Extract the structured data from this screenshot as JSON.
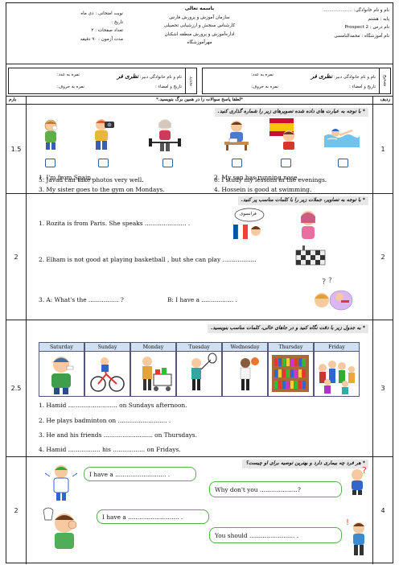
{
  "header": {
    "blessing": "باسمه تعالی",
    "right": [
      "نام و نام خانوادگی: ....................",
      "پایه : هشتم",
      "نام درس : Prospect 2",
      "نام آموزشگاه : محمدالنامسی"
    ],
    "middle": [
      "سازمان آموزش و پرورش فارس",
      "کارشناس سنجش و ارزشیابی تحصیلی",
      "اداره‌آموزش و پرورش منطقه اشکنان",
      "مهرآموزشگاه"
    ],
    "left": [
      "نوبت امتحانی : دی ماه",
      "تاریخ :",
      "تعداد صفحات : ۲",
      "مدت آزمون : ۹۰ دقیقه"
    ]
  },
  "score_boxes": {
    "right": {
      "name_sign": "نام و نام خانوادگی دبیر:",
      "signature": "نظری فر",
      "grade_num": "نمره به عدد:",
      "date_sign": "تاریخ و امضاء :",
      "grade_words": "نمره به حروف:",
      "tag": "تصحیح"
    },
    "left": {
      "name_sign": "نام و نام خانوادگی دبیر:",
      "signature": "نظری فر",
      "grade_num": "نمره به عدد:",
      "date_sign": "تاریخ و امضاء :",
      "grade_words": "نمره به حروف:",
      "tag": "تجدید"
    }
  },
  "instruction_row": {
    "text": "*لطفا پاسخ سوالات را در همین برگ بنویسید.*",
    "left_label": "بارم",
    "right_label": "ردیف"
  },
  "q1": {
    "number": "1",
    "score": "1.5",
    "title": "* با توجه به عبارت های داده شده تصویرهای زیر را شماره گذاری کنید.",
    "sentences": [
      "1. I'm from Spain.",
      "2. My son has running nose.",
      "3. My sister goes to  the gym on Mondays.",
      "4. Hossein is good at swimming.",
      "5. Javad can take photos very well.",
      "6. I study my lessons in the evenings."
    ]
  },
  "q2": {
    "number": "2",
    "score": "2",
    "title": "* با توجه به تصاویر، جملات زیر را با کلمات مناسب پر کنید.",
    "line1": "1. Rozita is from Paris. She speaks ...................... .",
    "line2": "2. Elham is not good at playing basketball , but she can play ..................",
    "line3a": "3. A: What's the ................ ?",
    "line3b": "B: I have a ................. .",
    "speech_word": "فرانسوی"
  },
  "q3": {
    "number": "3",
    "score": "2.5",
    "title": "* به جدول زیر با دقت نگاه کنید و در جاهای خالی، کلمات مناسب بنویسید.",
    "days": [
      "Saturday",
      "Sunday",
      "Monday",
      "Tuesday",
      "Wednesday",
      "Thursday",
      "Friday"
    ],
    "lines": [
      "1. Hamid .......................... on Sundays afternoon.",
      "2. He plays badminton on .......................... .",
      "3. He and his friends .......................... on Thursdays.",
      "4. Hamid ................. his ................. on Fridays."
    ]
  },
  "q4": {
    "number": "4",
    "score": "2",
    "title": "* هر فرد چه بیماری دارد و بهترین توصیه برای او چیست؟",
    "b1": "I have a ........................... .",
    "b2": "Why don't you ....................?",
    "b3": "I have a ........................... .",
    "b4": "You should  ........................ ."
  }
}
